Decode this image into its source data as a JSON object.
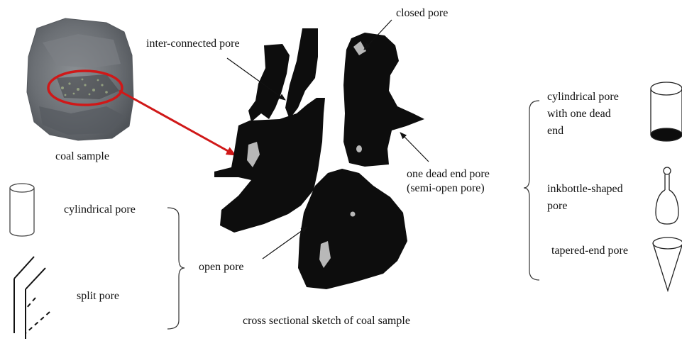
{
  "figure": {
    "labels": {
      "coal_sample": "coal sample",
      "inter_connected_pore": "inter-connected pore",
      "closed_pore": "closed pore",
      "one_dead_end_pore_line1": "one dead end pore",
      "one_dead_end_pore_line2": "(semi-open pore)",
      "open_pore": "open pore",
      "cross_section_caption": "cross sectional sketch of coal sample",
      "cylindrical_pore": "cylindrical pore",
      "split_pore": "split pore",
      "cyl_dead_end_line1": "cylindrical pore",
      "cyl_dead_end_line2": "with one dead",
      "cyl_dead_end_line3": "end",
      "inkbottle_line1": "inkbottle-shaped",
      "inkbottle_line2": "pore",
      "tapered_end_pore": "tapered-end pore"
    },
    "colors": {
      "pore_body": "#0d0d0d",
      "closed_pore_fill": "#b8b8b8",
      "highlight_ring": "#d01818",
      "coal_rock": "#6f7378"
    },
    "icons": [
      "coal-sample-photo",
      "cylinder-icon",
      "split-pore-icon",
      "cylinder-dead-end-icon",
      "inkbottle-icon",
      "cone-icon"
    ]
  }
}
